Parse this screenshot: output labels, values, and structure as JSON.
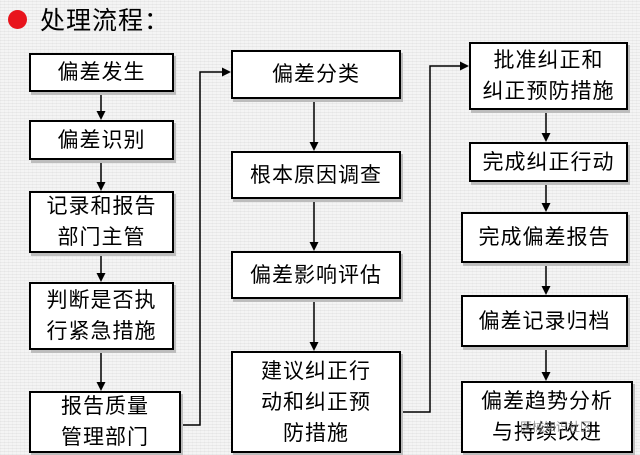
{
  "header": {
    "title": "处理流程：",
    "bullet_color": "#e8141c"
  },
  "columns": [
    {
      "steps": [
        "偏差发生",
        "偏差识别",
        "记录和报告\n部门主管",
        "判断是否执\n行紧急措施",
        "报告质量\n管理部门"
      ]
    },
    {
      "steps": [
        "偏差分类",
        "根本原因调查",
        "偏差影响评估",
        "建议纠正行\n动和纠正预\n防措施"
      ]
    },
    {
      "steps": [
        "批准纠正和\n纠正预防措施",
        "完成纠正行动",
        "完成偏差报告",
        "偏差记录归档",
        "偏差趋势分析\n与持续改进"
      ]
    }
  ],
  "watermark": "医械知识社区"
}
